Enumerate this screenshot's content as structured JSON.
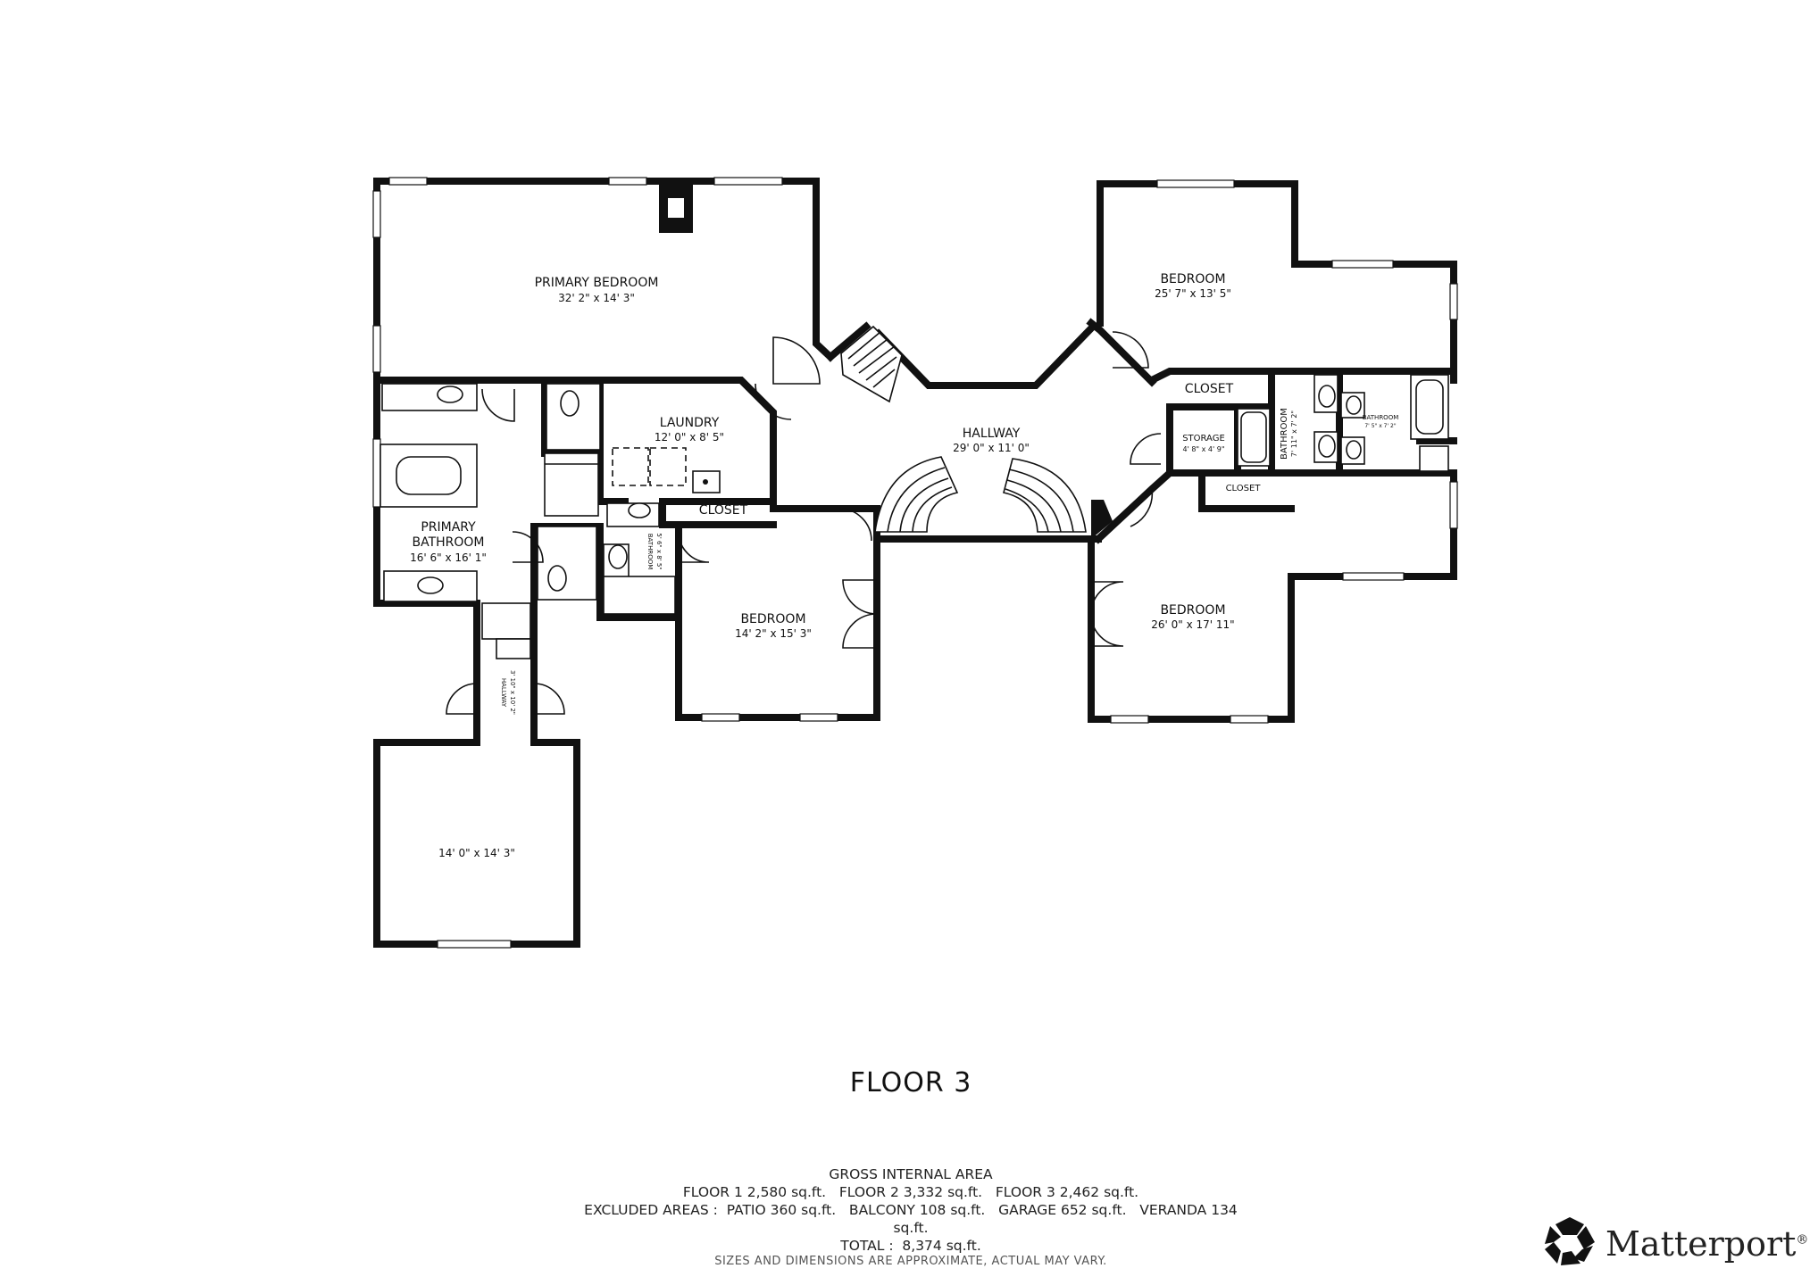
{
  "floor_title": "FLOOR 3",
  "rooms": {
    "primary_bedroom": {
      "name": "PRIMARY BEDROOM",
      "dims": "32' 2\" x 14' 3\""
    },
    "laundry": {
      "name": "LAUNDRY",
      "dims": "12' 0\" x 8' 5\""
    },
    "primary_bathroom": {
      "name1": "PRIMARY",
      "name2": "BATHROOM",
      "dims": "16' 6\" x 16' 1\""
    },
    "closet_a": {
      "name": "CLOSET"
    },
    "bathroom_small": {
      "name": "BATHROOM",
      "dims": "5' 6\" x 8' 5\""
    },
    "bedroom_center": {
      "name": "BEDROOM",
      "dims": "14' 2\" x 15' 3\""
    },
    "hallway_small": {
      "name": "HALLWAY",
      "dims": "3' 10\" x 10' 2\""
    },
    "lower_room": {
      "dims": "14' 0\" x 14' 3\""
    },
    "hallway_main": {
      "name": "HALLWAY",
      "dims": "29' 0\" x 11' 0\""
    },
    "bedroom_ne": {
      "name": "BEDROOM",
      "dims": "25' 7\" x 13' 5\""
    },
    "closet_b": {
      "name": "CLOSET"
    },
    "storage": {
      "name": "STORAGE",
      "dims": "4' 8\" x 4' 9\""
    },
    "bathroom_mid": {
      "name": "BATHROOM",
      "dims": "7' 11\" x 7' 2\""
    },
    "bathroom_e": {
      "name": "BATHROOM",
      "dims": "7' 5\" x 7' 2\""
    },
    "closet_c": {
      "name": "CLOSET"
    },
    "bedroom_se": {
      "name": "BEDROOM",
      "dims": "26' 0\" x 17' 11\""
    }
  },
  "footer": {
    "gross_title": "GROSS INTERNAL AREA",
    "floors_line": "FLOOR 1 2,580 sq.ft.   FLOOR 2 3,332 sq.ft.   FLOOR 3 2,462 sq.ft.",
    "excluded_line": "EXCLUDED AREAS :  PATIO 360 sq.ft.   BALCONY 108 sq.ft.   GARAGE 652 sq.ft.   VERANDA 134",
    "excluded_wrap": "sq.ft.",
    "total_line": "TOTAL :  8,374 sq.ft.",
    "disclaimer": "SIZES AND DIMENSIONS ARE APPROXIMATE, ACTUAL MAY VARY."
  },
  "brand": {
    "name": "Matterport",
    "mark": "®",
    "logo_icon": "matterport-logo-icon"
  }
}
